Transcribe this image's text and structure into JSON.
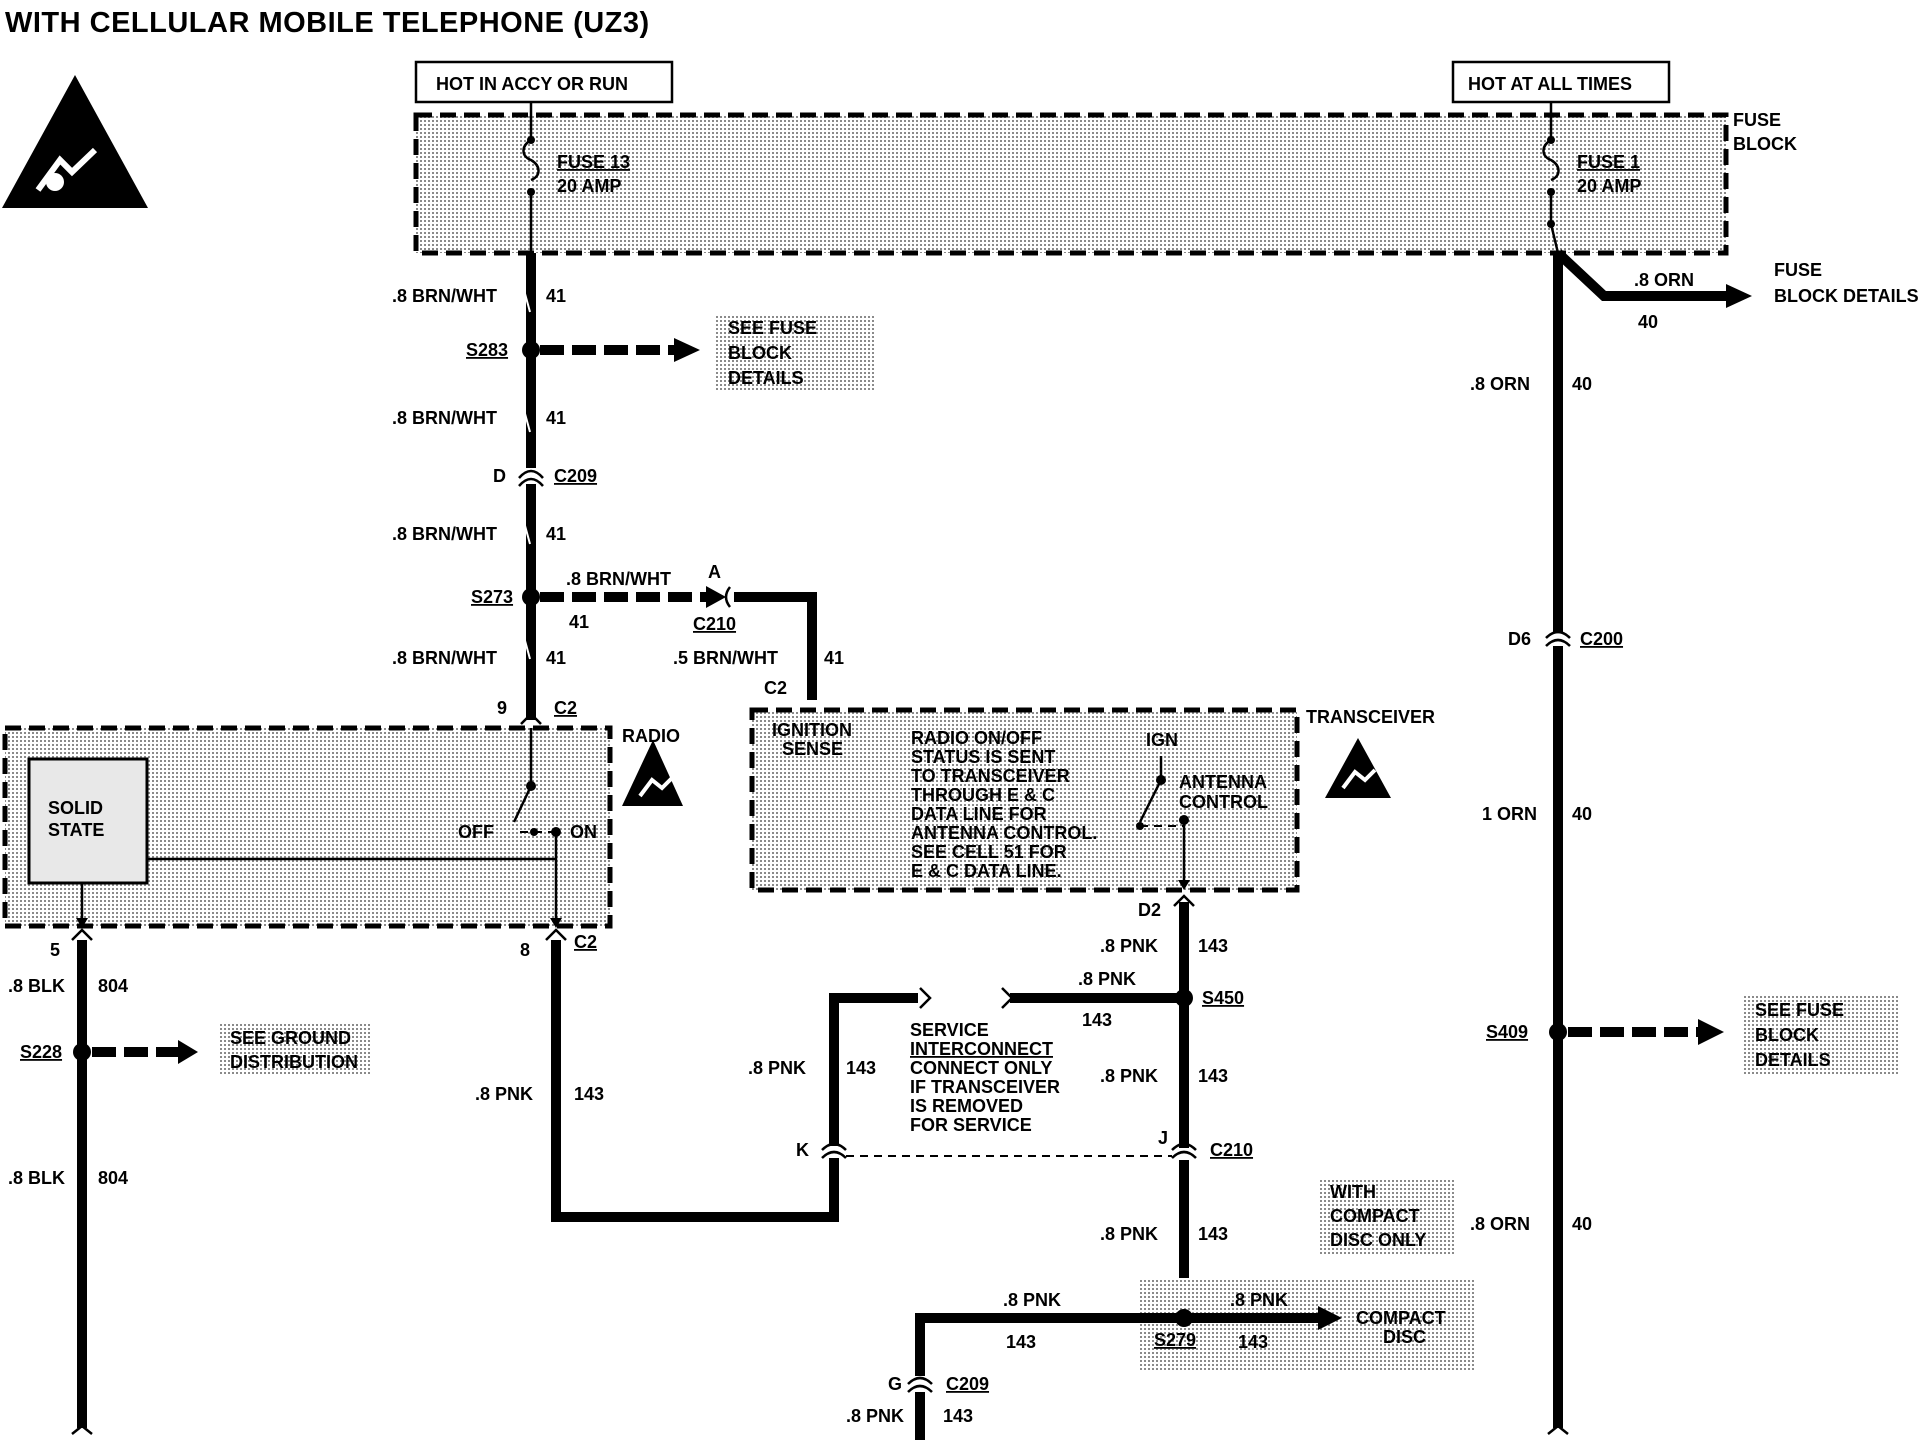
{
  "title": "WITH CELLULAR MOBILE TELEPHONE (UZ3)",
  "power": {
    "hot_accy": "HOT IN ACCY OR RUN",
    "hot_all": "HOT AT ALL TIMES",
    "fuse_block": [
      "FUSE",
      "BLOCK"
    ],
    "fuse13": [
      "FUSE 13",
      "20 AMP"
    ],
    "fuse1": [
      "FUSE 1",
      "20 AMP"
    ],
    "fuse_block_details": [
      "FUSE",
      "BLOCK DETAILS"
    ]
  },
  "wires": {
    "brn_wht_08": ".8 BRN/WHT",
    "brn_wht_05": ".5 BRN/WHT",
    "orn_08": ".8 ORN",
    "orn_1": "1 ORN",
    "pnk_08": ".8 PNK",
    "blk_08": ".8 BLK",
    "c41": "41",
    "c40": "40",
    "c143": "143",
    "c804": "804"
  },
  "splices": {
    "s283": "S283",
    "s273": "S273",
    "s228": "S228",
    "s450": "S450",
    "s409": "S409",
    "s279": "S279"
  },
  "connectors": {
    "c209": "C209",
    "c210": "C210",
    "c200": "C200",
    "c2": "C2",
    "pin_d": "D",
    "pin_a": "A",
    "pin_9": "9",
    "pin_5": "5",
    "pin_8": "8",
    "pin_d2": "D2",
    "pin_k": "K",
    "pin_j": "J",
    "pin_g": "G",
    "pin_d6": "D6"
  },
  "refs": {
    "see_fuse": [
      "SEE FUSE",
      "BLOCK",
      "DETAILS"
    ],
    "see_ground": [
      "SEE GROUND",
      "DISTRIBUTION"
    ]
  },
  "radio": {
    "name": "RADIO",
    "solid_state": [
      "SOLID",
      "STATE"
    ],
    "off": "OFF",
    "on": "ON"
  },
  "transceiver": {
    "name": "TRANSCEIVER",
    "ignition_sense": [
      "IGNITION",
      "SENSE"
    ],
    "note": [
      "RADIO ON/OFF",
      "STATUS IS SENT",
      "TO TRANSCEIVER",
      "THROUGH E & C",
      "DATA LINE FOR",
      "ANTENNA CONTROL.",
      "SEE CELL 51 FOR",
      "E & C DATA LINE."
    ],
    "ign": "IGN",
    "antenna_control": [
      "ANTENNA",
      "CONTROL"
    ]
  },
  "service_note": [
    "SERVICE",
    "INTERCONNECT",
    "CONNECT ONLY",
    "IF TRANSCEIVER",
    "IS REMOVED",
    "FOR SERVICE"
  ],
  "cd": {
    "with_cd": [
      "WITH",
      "COMPACT",
      "DISC ONLY"
    ],
    "compact_disc": [
      "COMPACT",
      "DISC"
    ]
  }
}
